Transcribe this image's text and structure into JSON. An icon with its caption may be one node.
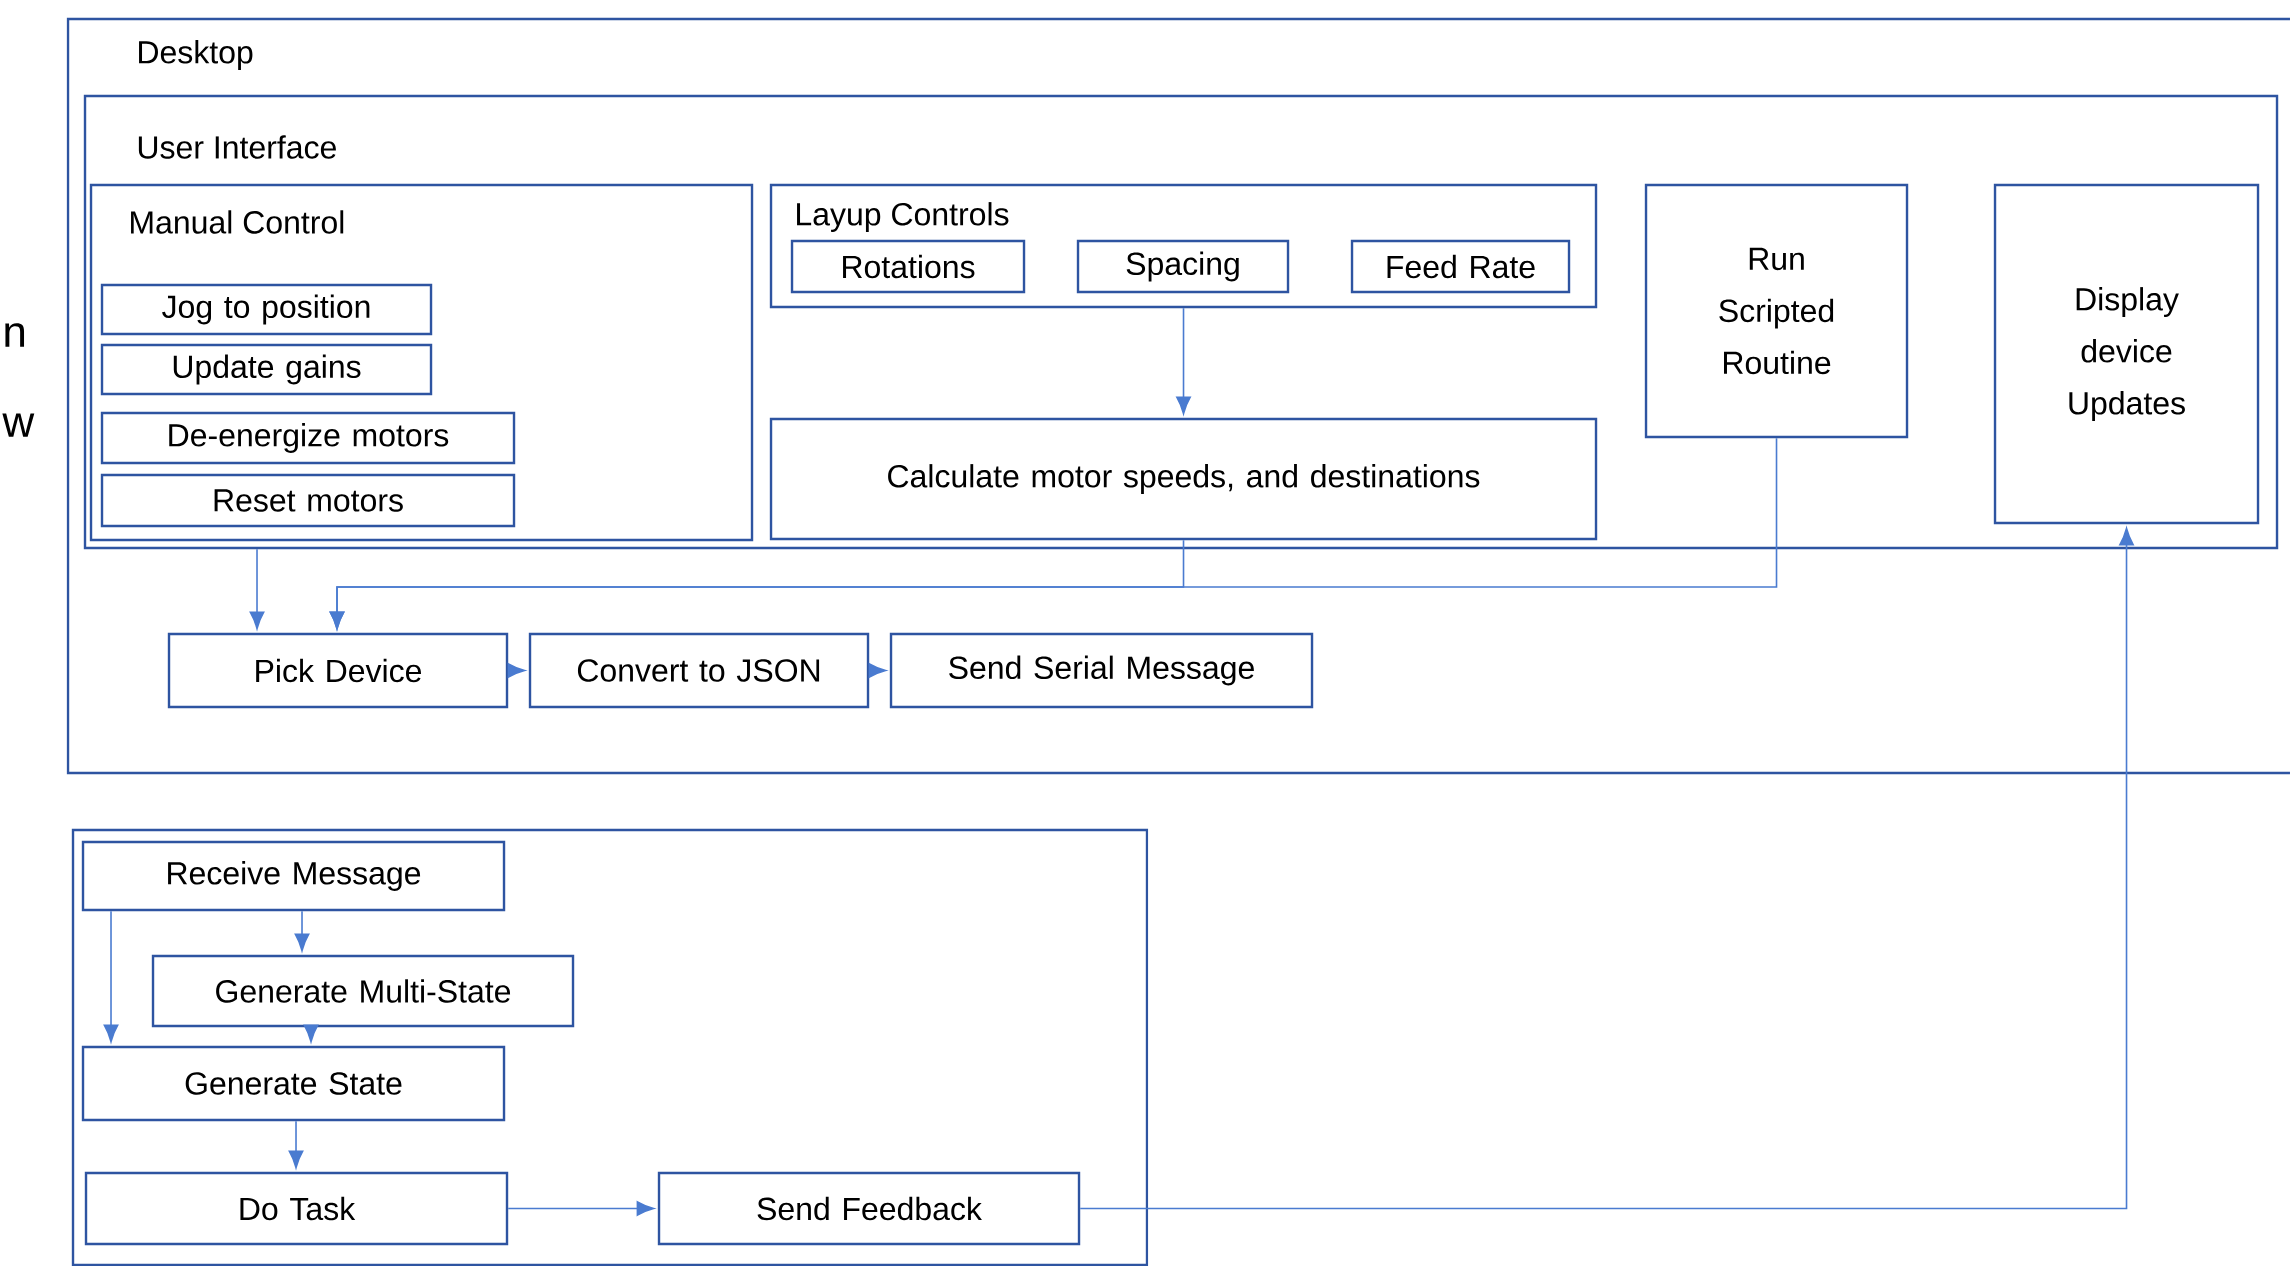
{
  "diagram": {
    "nodes": [
      {
        "text": [
          "Desktop"
        ]
      },
      {
        "text": [
          "User Interface"
        ],
        "in": 0
      },
      {
        "text": [
          "Manual Control"
        ],
        "in": 1
      },
      {
        "text": [
          "Jog to position"
        ],
        "in": 2
      },
      {
        "text": [
          "Update gains"
        ],
        "in": 2
      },
      {
        "text": [
          "De-energize motors"
        ],
        "in": 2
      },
      {
        "text": [
          "Reset motors"
        ],
        "in": 2
      },
      {
        "text": [
          "Layup Controls"
        ],
        "in": 1
      },
      {
        "text": [
          "Rotations"
        ],
        "in": 7
      },
      {
        "text": [
          "Spacing"
        ],
        "in": 7
      },
      {
        "text": [
          "Feed Rate"
        ],
        "in": 7
      },
      {
        "text": [
          "Calculate motor speeds, and destinations"
        ],
        "in": 1
      },
      {
        "text": [
          "Run Scripted Routine"
        ],
        "in": 1
      },
      {
        "text": [
          "Display device Updates"
        ],
        "in": 1
      },
      {
        "text": [
          "Pick Device"
        ],
        "in": 0
      },
      {
        "text": [
          "Convert to JSON"
        ],
        "in": 0
      },
      {
        "text": [
          "Send Serial Message"
        ],
        "in": 0
      },
      {
        "text": [],
        "shape": "box"
      },
      {
        "text": [
          "Receive Message"
        ],
        "in": 17
      },
      {
        "text": [
          "Generate Multi-State"
        ],
        "in": 17
      },
      {
        "text": [
          "Generate State"
        ],
        "in": 17
      },
      {
        "text": [
          "Do Task"
        ],
        "in": 17
      },
      {
        "text": [
          "Send Feedback"
        ],
        "in": 17
      }
    ],
    "edges": [
      {
        "from": 1,
        "to": 14,
        "arrow": "to"
      },
      {
        "from": 11,
        "to": 14,
        "arrow": "to"
      },
      {
        "from": 12,
        "to": 14,
        "arrow": "to"
      },
      {
        "from": 7,
        "to": 11,
        "arrow": "to"
      },
      {
        "from": 14,
        "to": 15,
        "arrow": "to"
      },
      {
        "from": 15,
        "to": 16,
        "arrow": "to"
      },
      {
        "from": 18,
        "to": 19,
        "arrow": "to"
      },
      {
        "from": 19,
        "to": 20,
        "arrow": "to"
      },
      {
        "from": 18,
        "to": 20,
        "arrow": "to"
      },
      {
        "from": 20,
        "to": 21,
        "arrow": "to"
      },
      {
        "from": 21,
        "to": 22,
        "arrow": "to"
      },
      {
        "from": 22,
        "to": 13,
        "arrow": "to"
      }
    ],
    "labels": [
      "n",
      "w"
    ]
  }
}
